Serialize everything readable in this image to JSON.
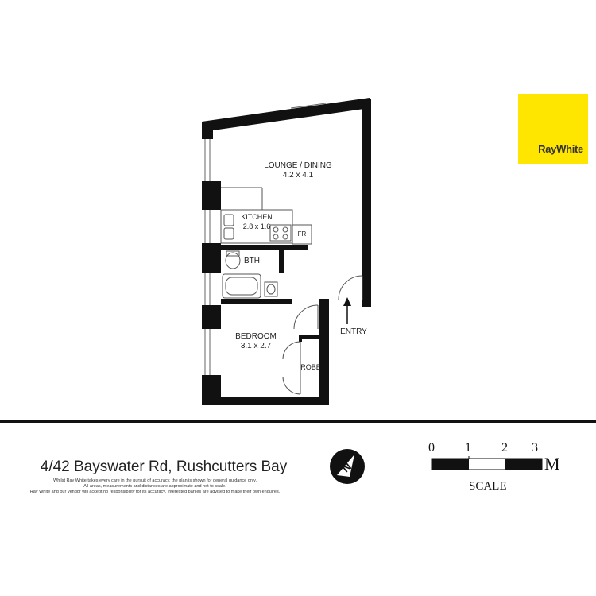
{
  "brand": {
    "name": "RayWhite",
    "color": "#ffe600"
  },
  "rooms": {
    "lounge": {
      "name": "LOUNGE / DINING",
      "size": "4.2 x 4.1"
    },
    "kitchen": {
      "name": "KITCHEN",
      "size": "2.8 x 1.6"
    },
    "fridge": "FR",
    "bath": "BTH",
    "entry": "ENTRY",
    "bedroom": {
      "name": "BEDROOM",
      "size": "3.1 x 2.7"
    },
    "robe": "ROBE"
  },
  "footer": {
    "address": "4/42 Bayswater Rd, Rushcutters Bay",
    "disclaimer": [
      "Whilst Ray White takes every care in the pursuit of accuracy, the plan is shown for general guidance only.",
      "All areas, measurements and distances are approximate and not to scale.",
      "Ray White and our vendor will accept no responsibility for its accuracy. Interested parties are advised to make their own enquires."
    ]
  },
  "compass": {
    "icon": "north-arrow-icon",
    "letter": "N"
  },
  "scale": {
    "ticks": [
      "0",
      "1",
      "2",
      "3"
    ],
    "unit": "M",
    "label": "SCALE"
  }
}
